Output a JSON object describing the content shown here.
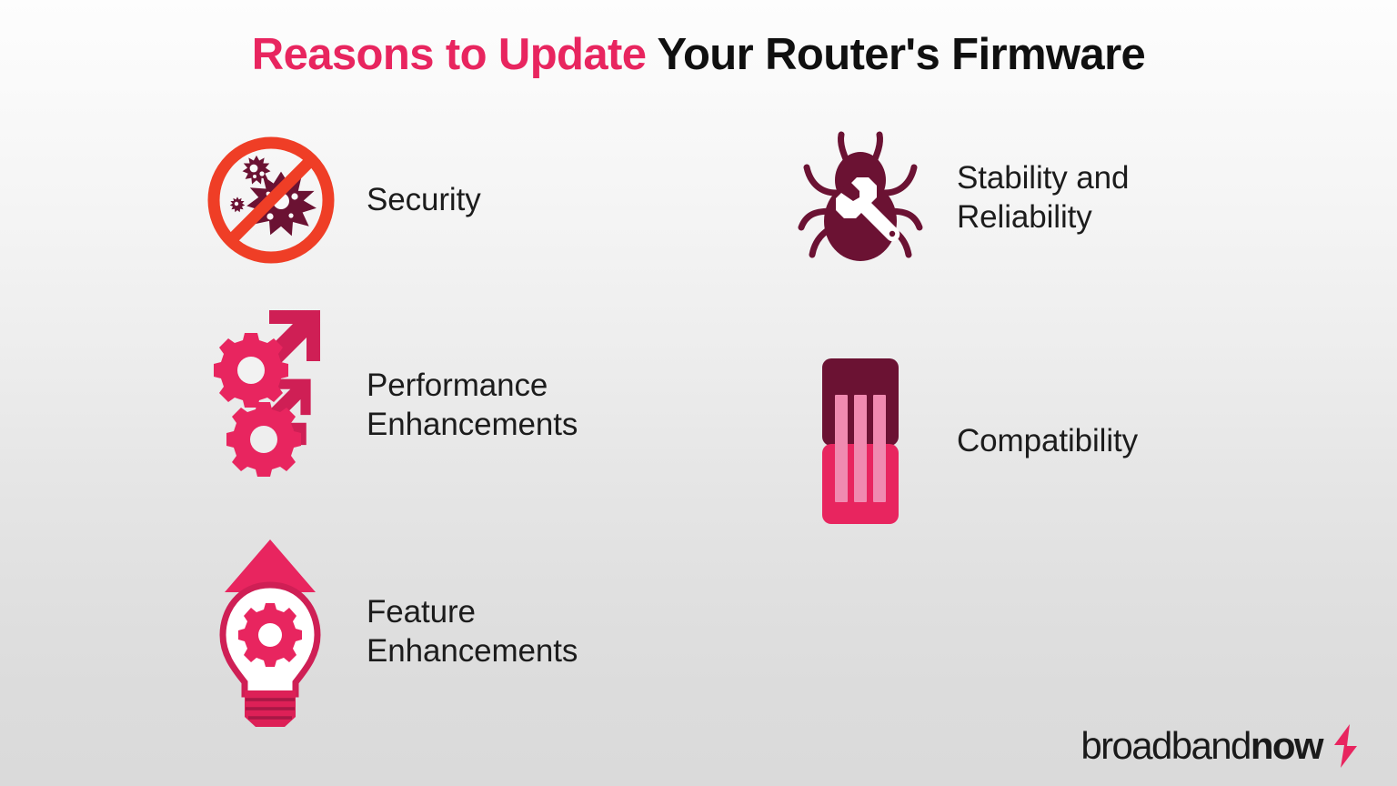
{
  "title": {
    "accent_part": "Reasons to Update",
    "dark_part": " Your Router's Firmware",
    "accent_color": "#e8255f",
    "dark_color": "#101010"
  },
  "colors": {
    "pink": "#e8255f",
    "pink_dark": "#cf1f55",
    "maroon": "#6b1233",
    "light_pink": "#f08ab0",
    "red": "#ef3e26",
    "virus_dark": "#6b1233",
    "background_top": "#fdfdfd",
    "background_bottom": "#dadada",
    "text": "#1c1c1c"
  },
  "left_column": [
    {
      "label": "Security",
      "icon": "no-virus-icon"
    },
    {
      "label": "Performance\nEnhancements",
      "icon": "gears-growth-icon"
    },
    {
      "label": "Feature\nEnhancements",
      "icon": "lightbulb-gear-arrow-icon"
    }
  ],
  "right_column": [
    {
      "label": "Stability and\nReliability",
      "icon": "bug-wrench-icon"
    },
    {
      "label": "Compatibility",
      "icon": "plug-connector-icon"
    }
  ],
  "logo": {
    "text_light": "broadband",
    "text_bold": "now",
    "bolt_color": "#e8255f",
    "bolt_icon": "lightning-bolt-icon"
  }
}
